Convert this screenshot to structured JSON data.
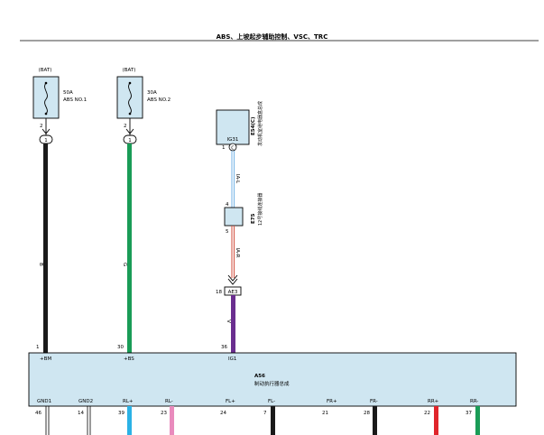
{
  "header": {
    "title": "ABS、上坡起步辅助控制、VSC、TRC"
  },
  "fuses": [
    {
      "supply": "(BAT)",
      "amp": "50A",
      "name": "ABS NO.1",
      "pin": "2",
      "connector": "1"
    },
    {
      "supply": "(BAT)",
      "amp": "30A",
      "name": "ABS NO.2",
      "pin": "2",
      "connector": "1"
    }
  ],
  "ig_connector": {
    "label": "IG31",
    "pin": "1",
    "circle": "C",
    "code": "E54(C)",
    "desc": "发动机室继电器盒总成"
  },
  "junction": {
    "pin_top": "4",
    "pin_bottom": "5",
    "code": "E75",
    "desc": "12号接线连接器"
  },
  "wires": {
    "bat1": "B",
    "bat2": "G",
    "ia_l": "IA-L",
    "ia_r": "IA-R",
    "v": "V"
  },
  "ae3": {
    "pin": "18",
    "label": "AE3"
  },
  "actuator": {
    "code": "A56",
    "name": "制动执行器总成",
    "top_pins": [
      {
        "num": "1",
        "label": "+BM"
      },
      {
        "num": "30",
        "label": "+BS"
      },
      {
        "num": "36",
        "label": "IG1"
      }
    ],
    "bottom_terminals": [
      {
        "label": "GND1",
        "pin": "46"
      },
      {
        "label": "GND2",
        "pin": "14"
      },
      {
        "label": "RL+",
        "pin": "39"
      },
      {
        "label": "RL-",
        "pin": "23"
      },
      {
        "label": "FL+",
        "pin": "24"
      },
      {
        "label": "FL-",
        "pin": "7"
      },
      {
        "label": "FR+",
        "pin": "21"
      },
      {
        "label": "FR-",
        "pin": "28"
      },
      {
        "label": "RR+",
        "pin": "22"
      },
      {
        "label": "RR-",
        "pin": "37"
      }
    ]
  },
  "colors": {
    "black": "#1a1a1a",
    "green": "#1a9c57",
    "purple": "#6a2e8f",
    "ia_blue": "#7db7e6",
    "ia_red": "#d45a4a",
    "cyan": "#2bb2e6",
    "pink": "#e98bbd",
    "red": "#e0252b",
    "box_fill": "#cfe6f1"
  }
}
